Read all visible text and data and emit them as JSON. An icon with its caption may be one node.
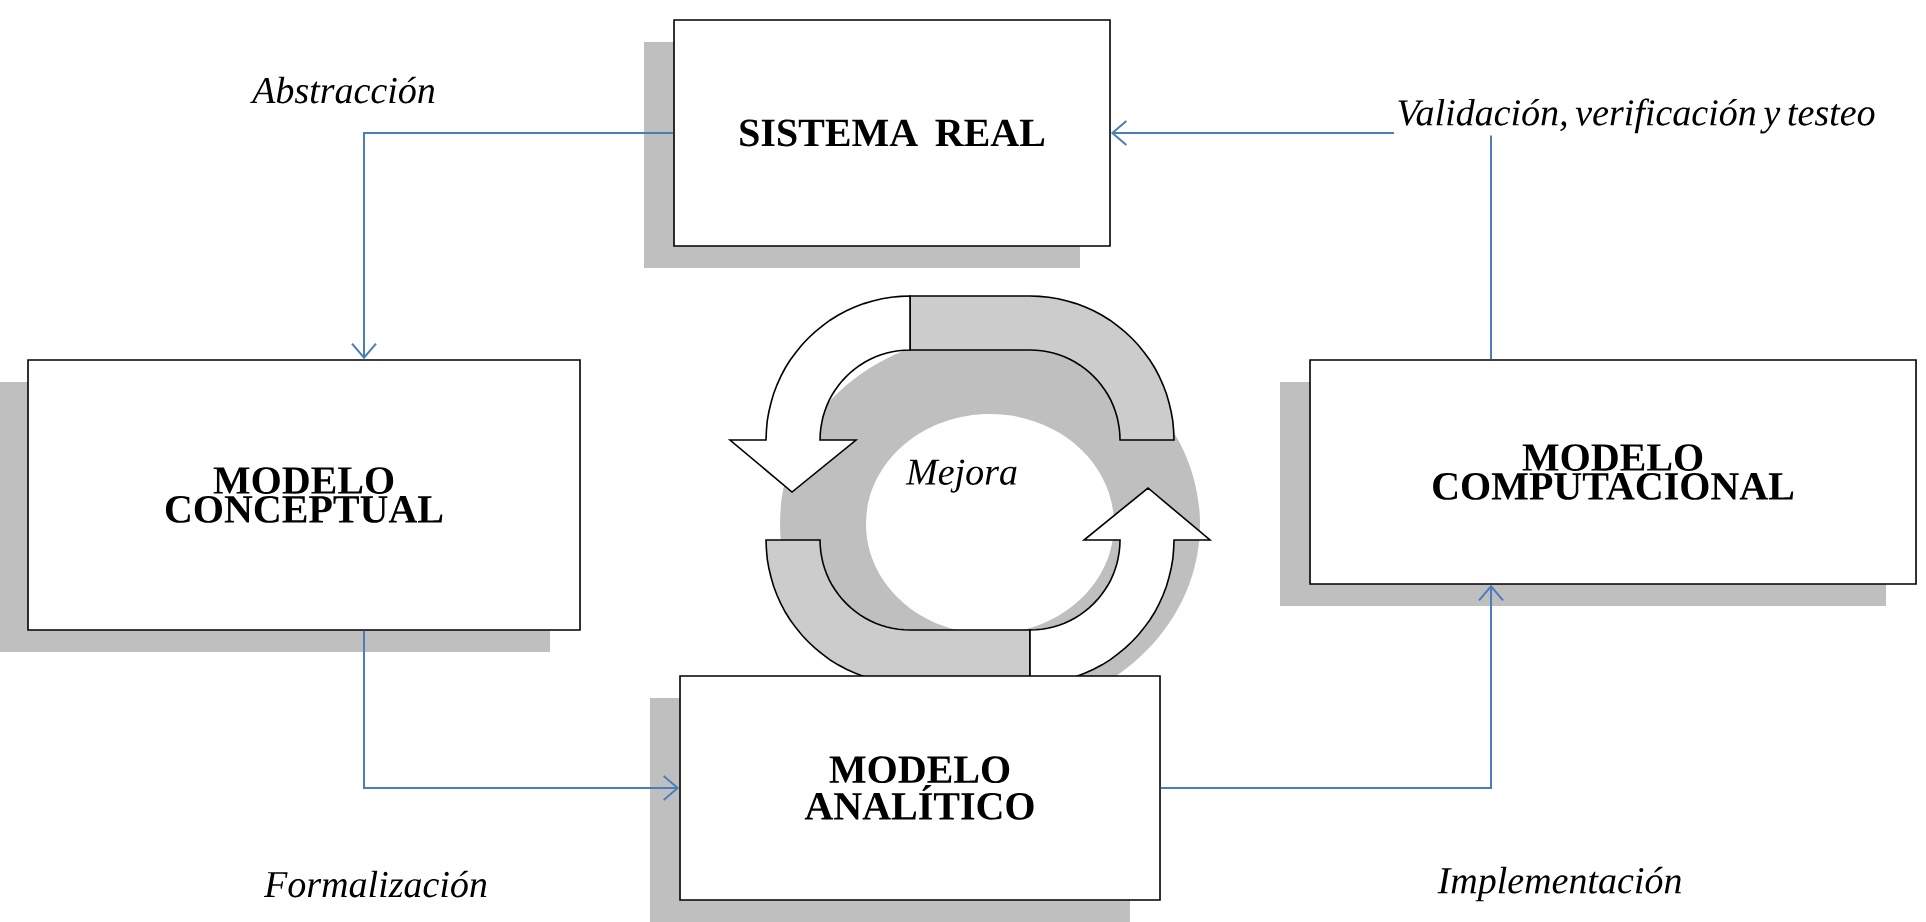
{
  "diagram": {
    "nodes": [
      {
        "text": [
          "SISTEMA REAL"
        ]
      },
      {
        "text": [
          "MODELO CONCEPTUAL"
        ]
      },
      {
        "text": [
          "MODELO ANALÍTICO"
        ]
      },
      {
        "text": [
          "MODELO COMPUTACIONAL"
        ]
      }
    ],
    "edges": [
      {
        "from": 0,
        "to": 1,
        "arrow": "to",
        "label": "Abstracción"
      },
      {
        "from": 1,
        "to": 2,
        "arrow": "to",
        "label": "Formalización"
      },
      {
        "from": 2,
        "to": 3,
        "arrow": "to",
        "label": "Implementación"
      },
      {
        "from": 3,
        "to": 0,
        "arrow": "to",
        "label": "Validación, verificación y testeo"
      }
    ],
    "labels": [
      "Mejora"
    ]
  }
}
